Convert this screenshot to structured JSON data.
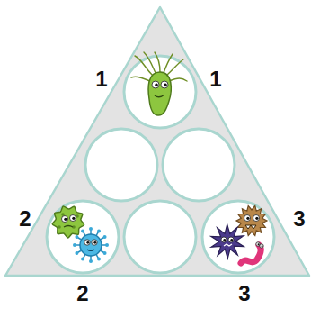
{
  "diagram": {
    "labels": [
      "1",
      "1",
      "2",
      "3",
      "2",
      "3"
    ]
  }
}
